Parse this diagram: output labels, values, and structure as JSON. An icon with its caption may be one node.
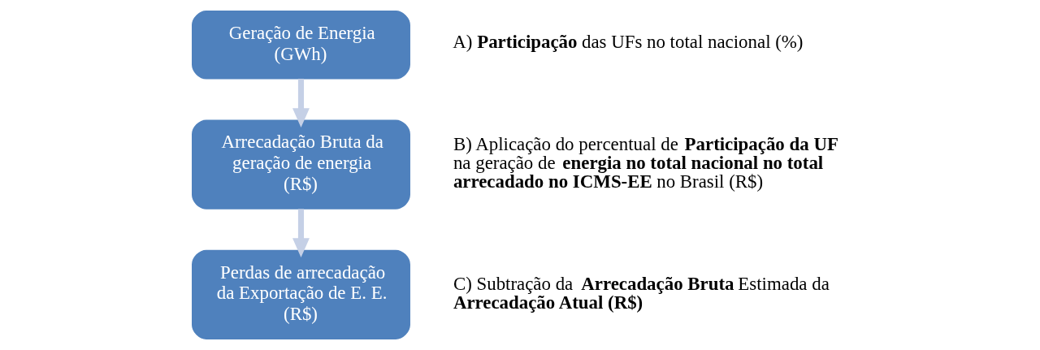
{
  "diagram": {
    "nodes": [
      {
        "text": [
          "Geração de Energia (GWh)"
        ],
        "beside": [
          "A) **Participação** das UFs no total nacional (%)"
        ]
      },
      {
        "text": [
          "Arrecadação Bruta da geração de energia (R$)"
        ],
        "beside": [
          "B) Aplicação do percentual de **Participação da UF** na geração de **energia no total nacional no total arrecadado no ICMS-EE** no Brasil (R$)"
        ]
      },
      {
        "text": [
          "Perdas de arrecadação da Exportação de E. E. (R$)"
        ],
        "beside": [
          "C) Subtração da **Arrecadação Bruta** Estimada da **Arrecadação Atual (R$)**"
        ]
      }
    ],
    "edges": [
      {
        "from": 0,
        "to": 1,
        "arrow": "to"
      },
      {
        "from": 1,
        "to": 2,
        "arrow": "to"
      }
    ]
  }
}
